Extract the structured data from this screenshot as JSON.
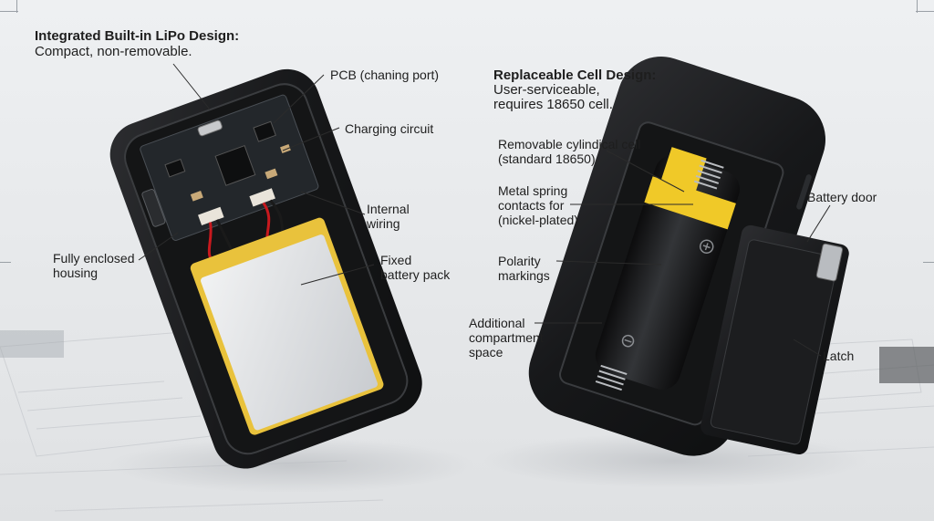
{
  "left_panel": {
    "heading": "Integrated Built-in LiPo Design:",
    "subheading": "Compact, non-removable.",
    "callouts": {
      "pcb": "PCB (chaning port)",
      "charging": "Charging circuit",
      "wiring": "Internal\nwiring",
      "battery": "Fixed\nbattery pack",
      "housing": "Fully enclosed\nhousing"
    }
  },
  "right_panel": {
    "heading": "Replaceable Cell Design:",
    "subheading": "User-serviceable,\nrequires 18650 cell.",
    "callouts": {
      "cell": "Removable cylindical cell\n(standard 18650)",
      "springs": "Metal spring\ncontacts for\n(nickel-plated)",
      "polarity": "Polarity\nmarkings",
      "space": "Additional\ncompartment\nspace",
      "door": "Battery door",
      "latch": "Latch"
    }
  },
  "colors": {
    "device_body": "#1b1c1e",
    "pcb": "#23272b",
    "lipo_wrap": "#e9c23c",
    "lipo_cell": "#d8dbde",
    "cell_tape": "#f0c928",
    "wire_red": "#c8191e"
  },
  "icons": [
    "usb-port-icon",
    "spring-icon",
    "plus-polarity-icon"
  ]
}
